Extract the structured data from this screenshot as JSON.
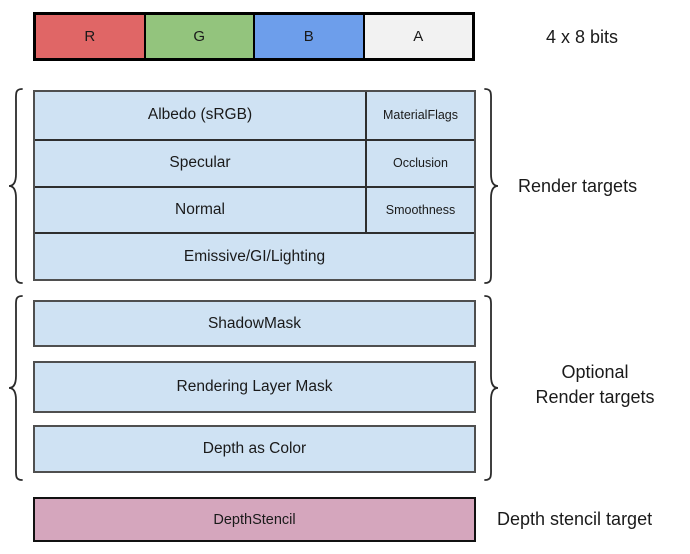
{
  "top_bar": {
    "caption": "4 x 8 bits",
    "cells": [
      {
        "label": "R",
        "color": "#e06666"
      },
      {
        "label": "G",
        "color": "#93c47d"
      },
      {
        "label": "B",
        "color": "#6d9eeb"
      },
      {
        "label": "A",
        "color": "#f2f2f2"
      }
    ]
  },
  "render_targets": {
    "label": "Render targets",
    "fill_color": "#cfe2f3",
    "rows": [
      {
        "main": "Albedo (sRGB)",
        "alpha": "MaterialFlags"
      },
      {
        "main": "Specular",
        "alpha": "Occlusion"
      },
      {
        "main": "Normal",
        "alpha": "Smoothness"
      },
      {
        "main": "Emissive/GI/Lighting"
      }
    ]
  },
  "optional_render_targets": {
    "label_line1": "Optional",
    "label_line2": "Render targets",
    "fill_color": "#cfe2f3",
    "boxes": [
      {
        "label": "ShadowMask"
      },
      {
        "label": "Rendering Layer Mask"
      },
      {
        "label": "Depth as Color"
      }
    ]
  },
  "depth_stencil": {
    "box_label": "DepthStencil",
    "caption": "Depth stencil target",
    "fill_color": "#d5a6bd"
  }
}
